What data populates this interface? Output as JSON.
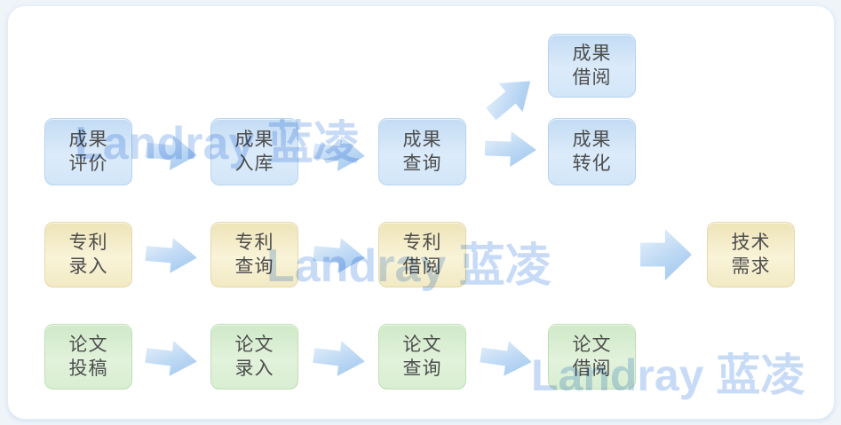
{
  "diagram": {
    "rows": [
      {
        "id": "achievement-flow",
        "theme": "blue",
        "nodes": [
          {
            "line1": "成果",
            "line2": "评价"
          },
          {
            "line1": "成果",
            "line2": "入库"
          },
          {
            "line1": "成果",
            "line2": "查询"
          },
          {
            "line1": "成果",
            "line2": "借阅"
          },
          {
            "line1": "成果",
            "line2": "转化"
          }
        ]
      },
      {
        "id": "patent-flow",
        "theme": "yellow",
        "nodes": [
          {
            "line1": "专利",
            "line2": "录入"
          },
          {
            "line1": "专利",
            "line2": "查询"
          },
          {
            "line1": "专利",
            "line2": "借阅"
          },
          {
            "line1": "技术",
            "line2": "需求"
          }
        ]
      },
      {
        "id": "paper-flow",
        "theme": "green",
        "nodes": [
          {
            "line1": "论文",
            "line2": "投稿"
          },
          {
            "line1": "论文",
            "line2": "录入"
          },
          {
            "line1": "论文",
            "line2": "查询"
          },
          {
            "line1": "论文",
            "line2": "借阅"
          }
        ]
      }
    ],
    "watermarks": [
      {
        "text": "Landray 蓝凌"
      },
      {
        "text": "Landray 蓝凌"
      },
      {
        "text": "Landray 蓝凌"
      }
    ]
  },
  "colors": {
    "text": "#4d4d4d",
    "blue_fill": "#dcebfa",
    "blue_edge": "#c3dcf4",
    "blue_border": "#b7d4ef",
    "yellow_fill": "#f9f3d8",
    "yellow_edge": "#eee4b8",
    "yellow_border": "#e4d9a9",
    "green_fill": "#e2f2dc",
    "green_edge": "#cfe9c7",
    "green_border": "#bedfb5",
    "arrow_light": "#e6f0fb",
    "arrow_deep": "#9dc5ee",
    "watermark": "#85afeb",
    "card_bg": "#ffffff",
    "page_bg": "#eff4f9"
  }
}
